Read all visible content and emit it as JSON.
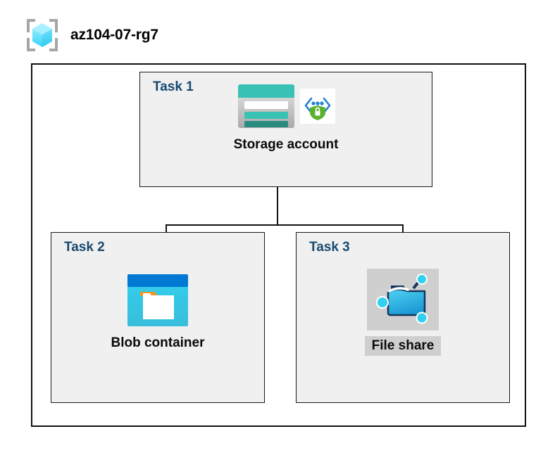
{
  "resource_group": {
    "name": "az104-07-rg7",
    "icon": "resource-group-cube-icon"
  },
  "tasks": [
    {
      "id": "task1",
      "label": "Task 1",
      "node_caption": "Storage account",
      "icons": [
        "storage-account-icon",
        "secure-api-shield-icon"
      ],
      "caption_highlighted": false,
      "icon_highlighted": false
    },
    {
      "id": "task2",
      "label": "Task 2",
      "node_caption": "Blob container",
      "icons": [
        "blob-container-icon"
      ],
      "caption_highlighted": false,
      "icon_highlighted": false
    },
    {
      "id": "task3",
      "label": "Task 3",
      "node_caption": "File share",
      "icons": [
        "file-share-folder-icon"
      ],
      "caption_highlighted": true,
      "icon_highlighted": true
    }
  ],
  "connections": [
    {
      "from": "Storage account",
      "to": "Blob container"
    },
    {
      "from": "Storage account",
      "to": "File share"
    }
  ],
  "colors": {
    "task_label": "#174A70",
    "box_fill": "#F0F0F0",
    "box_border": "#1a1a1a",
    "boundary_border": "#111111",
    "highlight": "#CFCFCF",
    "storage_teal": "#37C2B4",
    "storage_teal_dark": "#2A8C80",
    "blob_blue": "#0078D4",
    "blob_cyan": "#32D0EE",
    "blob_orange": "#F7941E",
    "shield_green": "#5BB12F",
    "cube_cyan": "#50E6FF",
    "connector": "#111111"
  }
}
